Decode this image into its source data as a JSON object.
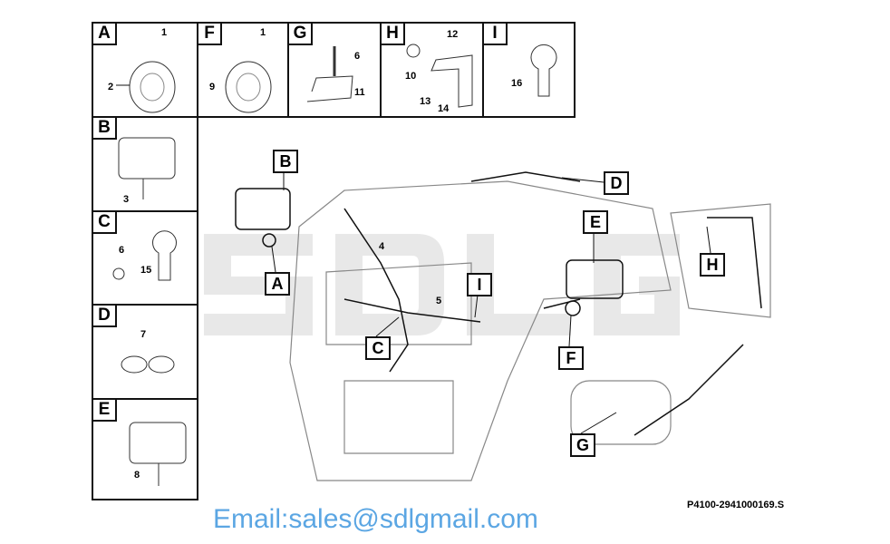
{
  "panels": [
    {
      "tag": "A",
      "parts": [
        "1",
        "2"
      ]
    },
    {
      "tag": "F",
      "parts": [
        "1",
        "9"
      ]
    },
    {
      "tag": "G",
      "parts": [
        "6",
        "11"
      ]
    },
    {
      "tag": "H",
      "parts": [
        "12",
        "10",
        "13",
        "14"
      ]
    },
    {
      "tag": "I",
      "parts": [
        "16"
      ]
    },
    {
      "tag": "B",
      "parts": [
        "3"
      ]
    },
    {
      "tag": "C",
      "parts": [
        "6",
        "15"
      ]
    },
    {
      "tag": "D",
      "parts": [
        "7"
      ]
    },
    {
      "tag": "E",
      "parts": [
        "8"
      ]
    }
  ],
  "callouts": [
    "A",
    "B",
    "C",
    "D",
    "E",
    "F",
    "G",
    "H",
    "I"
  ],
  "main_numbers": [
    "4",
    "5"
  ],
  "logo": "SDLG",
  "watermark": "Email:sales@sdlgmail.com",
  "drawing_code": "P4100-2941000169.S"
}
